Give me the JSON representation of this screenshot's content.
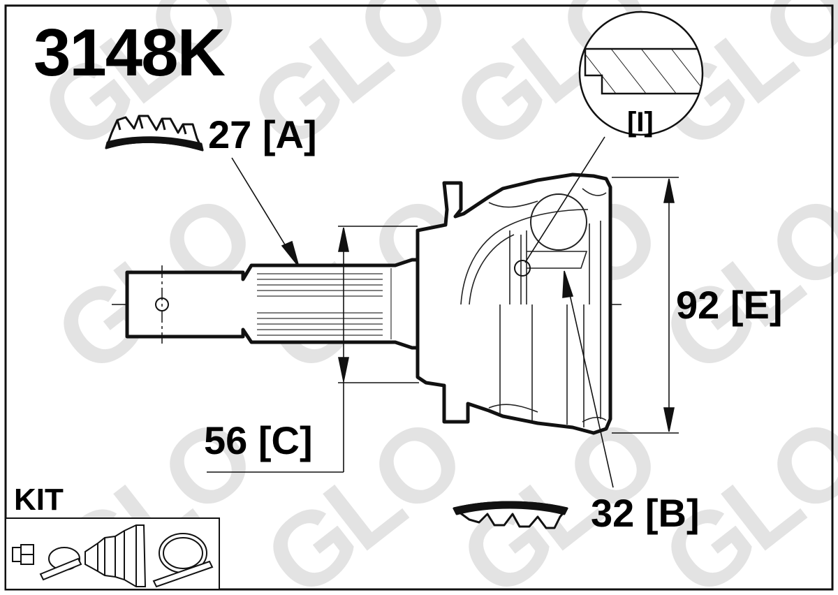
{
  "part_number": "3148K",
  "dimensions": {
    "a": "27 [A]",
    "b": "32 [B]",
    "c": "56 [C]",
    "e": "92 [E]"
  },
  "detail_label": "[I]",
  "kit_label": "KIT",
  "watermark": "GLO",
  "colors": {
    "line": "#111111",
    "watermark": "#e3e3e3",
    "background": "#ffffff"
  }
}
